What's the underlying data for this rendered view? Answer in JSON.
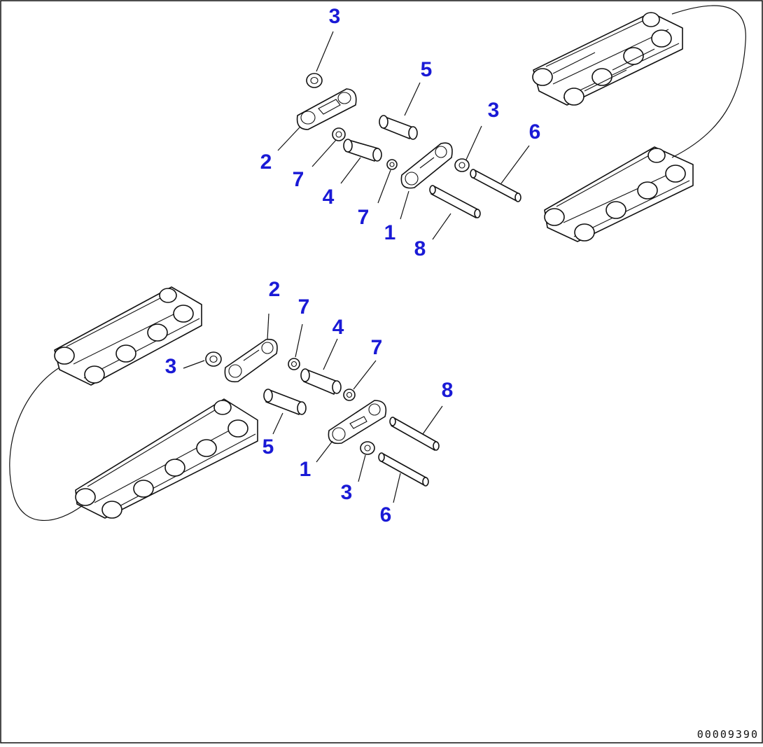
{
  "diagram": {
    "callouts": [
      {
        "id": "c3-top",
        "label": "3"
      },
      {
        "id": "c5-top",
        "label": "5"
      },
      {
        "id": "c3-right",
        "label": "3"
      },
      {
        "id": "c6-top",
        "label": "6"
      },
      {
        "id": "c2-top",
        "label": "2"
      },
      {
        "id": "c7-top-left",
        "label": "7"
      },
      {
        "id": "c4-top",
        "label": "4"
      },
      {
        "id": "c7-top-mid",
        "label": "7"
      },
      {
        "id": "c1-top",
        "label": "1"
      },
      {
        "id": "c8-top",
        "label": "8"
      },
      {
        "id": "c2-bot",
        "label": "2"
      },
      {
        "id": "c7-bot-left",
        "label": "7"
      },
      {
        "id": "c4-bot",
        "label": "4"
      },
      {
        "id": "c7-bot-right",
        "label": "7"
      },
      {
        "id": "c3-bot-left",
        "label": "3"
      },
      {
        "id": "c8-bot",
        "label": "8"
      },
      {
        "id": "c5-bot",
        "label": "5"
      },
      {
        "id": "c1-bot",
        "label": "1"
      },
      {
        "id": "c3-bot",
        "label": "3"
      },
      {
        "id": "c6-bot",
        "label": "6"
      }
    ],
    "drawing_code": "00009390"
  },
  "colors": {
    "callout": "#1a1ad6",
    "line": "#111111",
    "background": "#ffffff"
  }
}
